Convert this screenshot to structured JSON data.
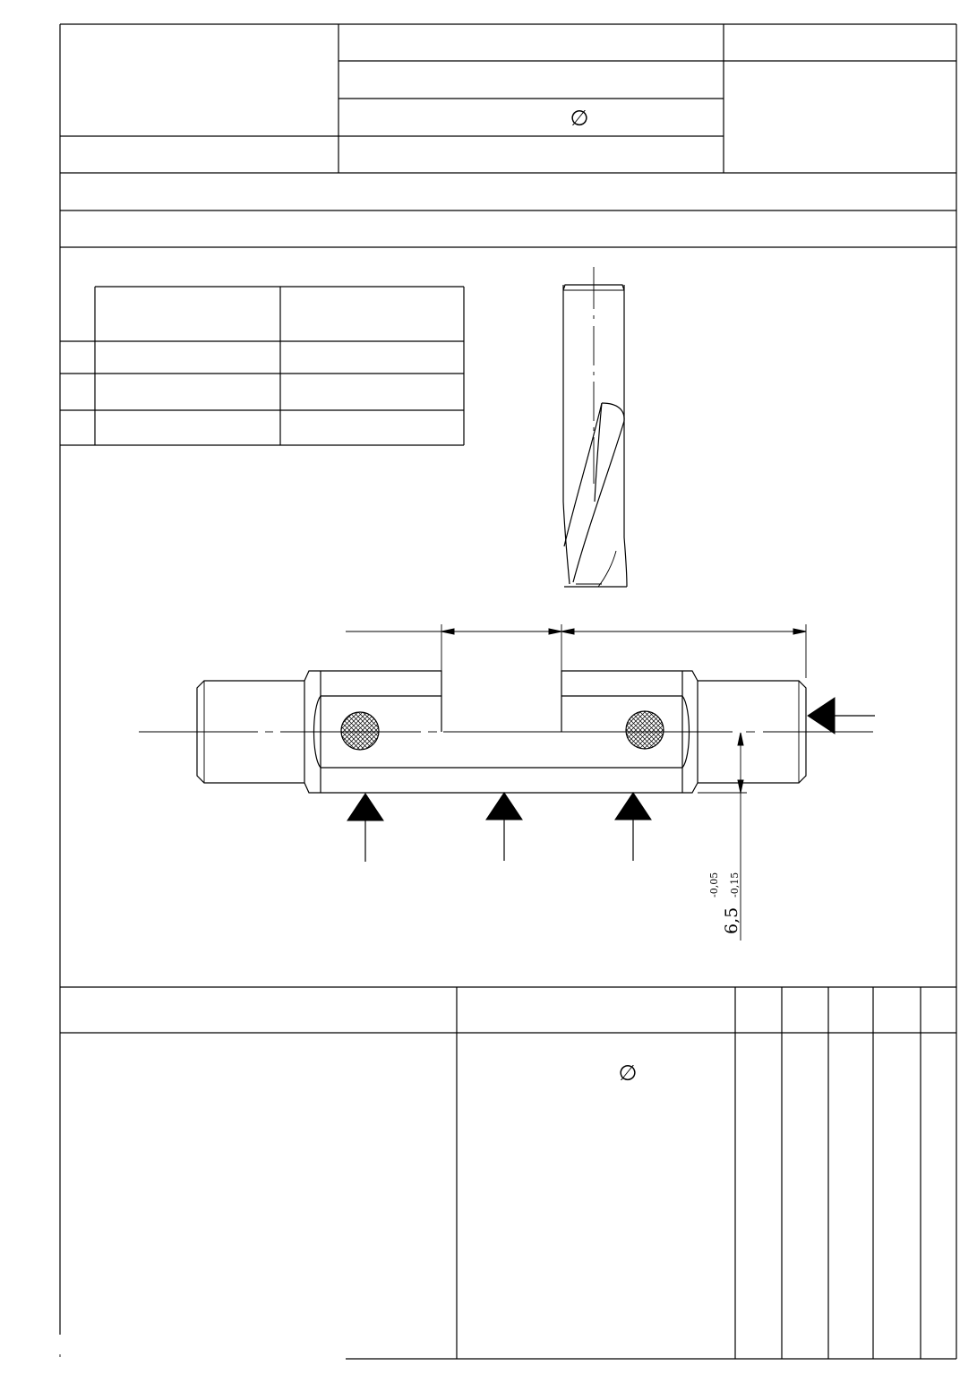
{
  "sheet": {
    "header": {
      "diameter_symbol": "∅"
    },
    "bottom_table": {
      "diameter_symbol": "∅"
    }
  },
  "drawing": {
    "dimension": {
      "nominal": "6,5",
      "upper_deviation": "-0,05",
      "lower_deviation": "-0,15"
    }
  }
}
